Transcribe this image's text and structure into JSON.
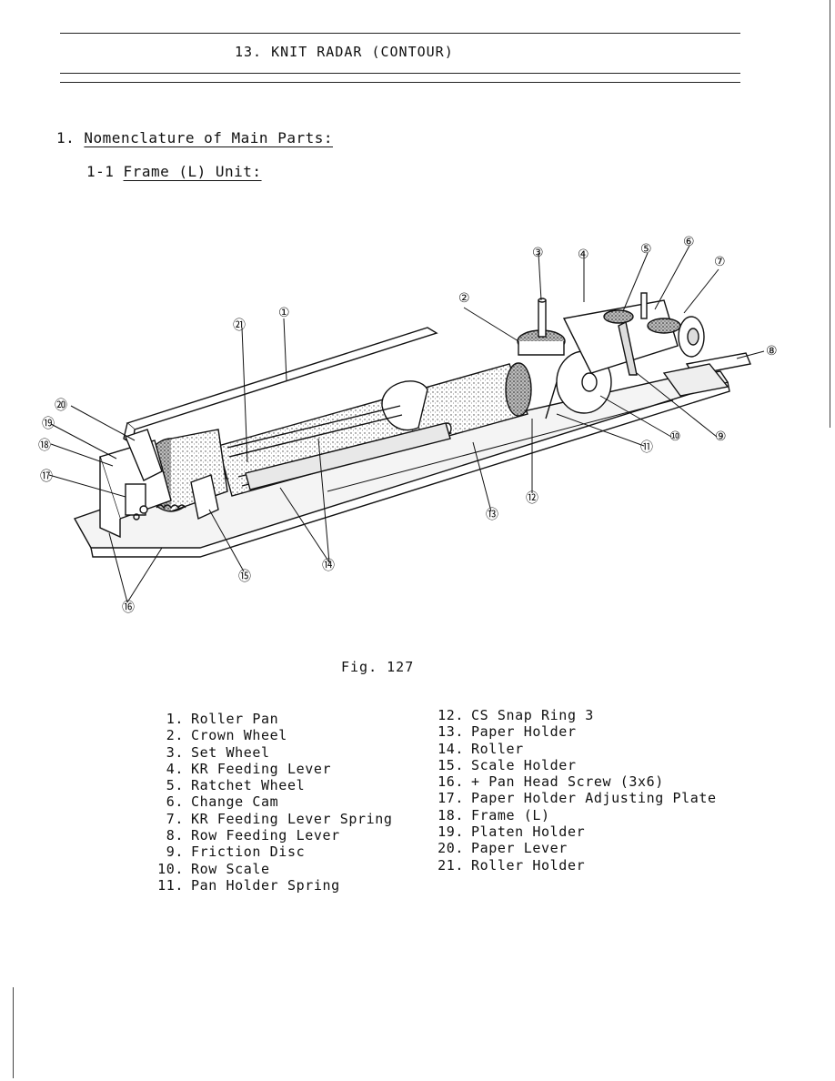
{
  "header": {
    "title": "13. KNIT RADAR (CONTOUR)"
  },
  "section": {
    "number": "1.",
    "title": "Nomenclature of Main Parts:"
  },
  "subsection": {
    "number": "1-1",
    "title": "Frame (L) Unit:"
  },
  "figure": {
    "caption": "Fig. 127",
    "callouts": [
      "①",
      "②",
      "③",
      "④",
      "⑤",
      "⑥",
      "⑦",
      "⑧",
      "⑨",
      "⑩",
      "⑪",
      "⑫",
      "⑬",
      "⑭",
      "⑮",
      "⑯",
      "⑰",
      "⑱",
      "⑲",
      "⑳",
      "㉑"
    ]
  },
  "parts_left": [
    {
      "num": "1.",
      "name": "Roller Pan"
    },
    {
      "num": "2.",
      "name": "Crown Wheel"
    },
    {
      "num": "3.",
      "name": "Set Wheel"
    },
    {
      "num": "4.",
      "name": "KR Feeding Lever"
    },
    {
      "num": "5.",
      "name": "Ratchet Wheel"
    },
    {
      "num": "6.",
      "name": "Change Cam"
    },
    {
      "num": "7.",
      "name": "KR Feeding Lever Spring"
    },
    {
      "num": "8.",
      "name": "Row Feeding Lever"
    },
    {
      "num": "9.",
      "name": "Friction Disc"
    },
    {
      "num": "10.",
      "name": "Row Scale"
    },
    {
      "num": "11.",
      "name": "Pan Holder Spring"
    }
  ],
  "parts_right": [
    {
      "num": "12.",
      "name": "CS Snap Ring 3"
    },
    {
      "num": "13.",
      "name": "Paper Holder"
    },
    {
      "num": "14.",
      "name": "Roller"
    },
    {
      "num": "15.",
      "name": "Scale Holder"
    },
    {
      "num": "16.",
      "name": "+ Pan Head Screw (3x6)"
    },
    {
      "num": "17.",
      "name": "Paper Holder Adjusting Plate"
    },
    {
      "num": "18.",
      "name": "Frame (L)"
    },
    {
      "num": "19.",
      "name": "Platen Holder"
    },
    {
      "num": "20.",
      "name": "Paper Lever"
    },
    {
      "num": "21.",
      "name": "Roller Holder"
    }
  ]
}
